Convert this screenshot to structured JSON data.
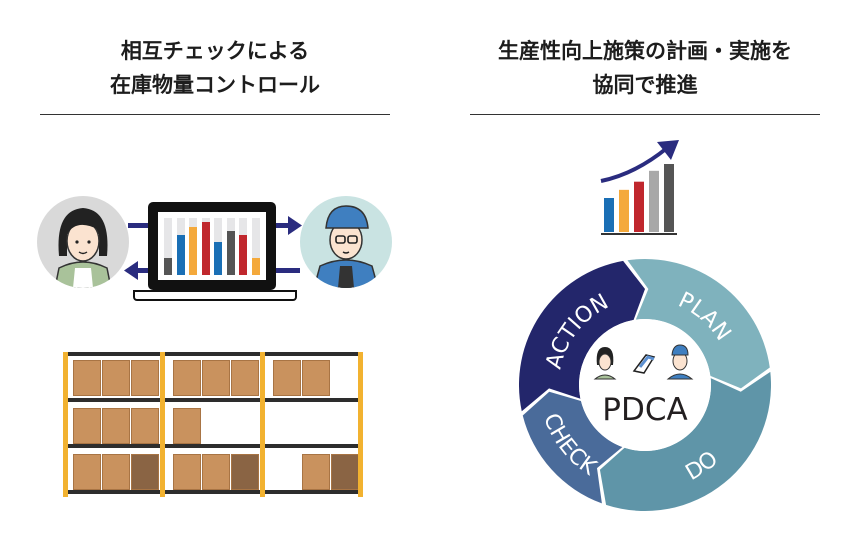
{
  "left_panel": {
    "title_line1": "相互チェックによる",
    "title_line2": "在庫物量コントロール",
    "laptop_bars": [
      {
        "value": 0.3,
        "color": "#555555"
      },
      {
        "value": 0.7,
        "color": "#1a6fb5"
      },
      {
        "value": 0.85,
        "color": "#f4a93b"
      },
      {
        "value": 0.93,
        "color": "#c0272d"
      },
      {
        "value": 0.58,
        "color": "#1a6fb5"
      },
      {
        "value": 0.78,
        "color": "#555555"
      },
      {
        "value": 0.7,
        "color": "#c0272d"
      },
      {
        "value": 0.3,
        "color": "#f4a93b"
      }
    ]
  },
  "right_panel": {
    "title_line1": "生産性向上施策の計画・実施を",
    "title_line2": "協同で推進",
    "growth_bars": [
      {
        "value": 0.5,
        "color": "#1a6fb5"
      },
      {
        "value": 0.62,
        "color": "#f4a93b"
      },
      {
        "value": 0.74,
        "color": "#c0272d"
      },
      {
        "value": 0.9,
        "color": "#a8a8a8"
      },
      {
        "value": 1.0,
        "color": "#555555"
      }
    ],
    "pdca": {
      "center_label": "PDCA",
      "segments": [
        {
          "label": "ACTION",
          "color": "#23266b"
        },
        {
          "label": "PLAN",
          "color": "#7fb2bd"
        },
        {
          "label": "DO",
          "color": "#5f95a8"
        },
        {
          "label": "CHECK",
          "color": "#4a6b9a"
        }
      ]
    }
  },
  "colors": {
    "arrow": "#2a2c7f",
    "shelf_post": "#f2b230"
  }
}
